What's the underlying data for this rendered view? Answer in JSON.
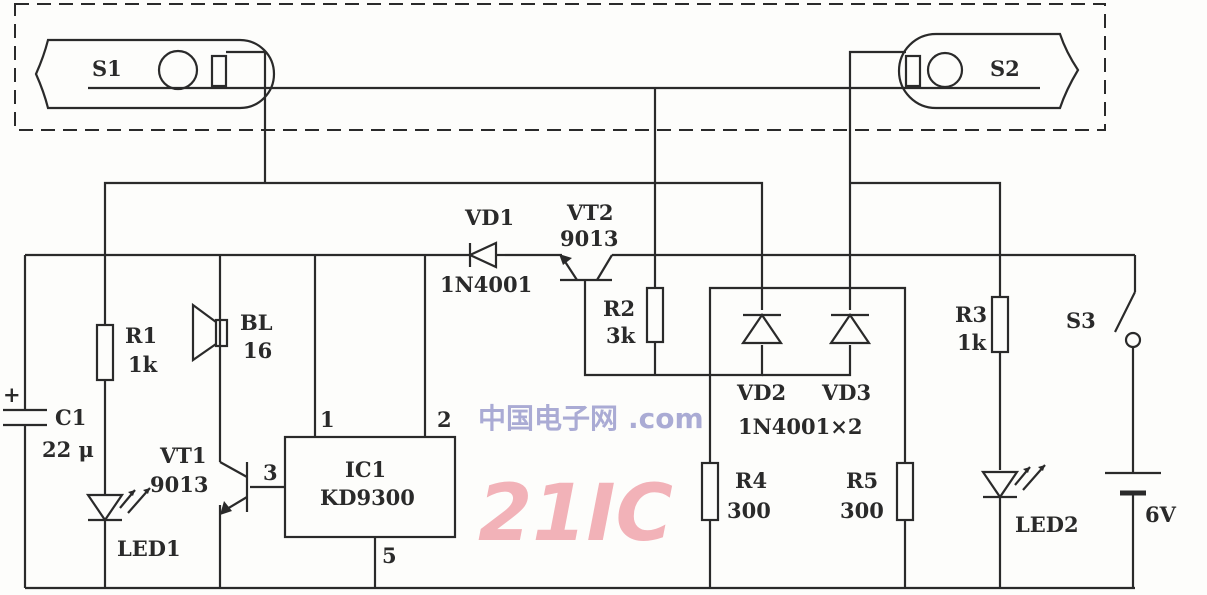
{
  "title": "Reed switch alarm circuit with IC1 KD9300",
  "components": {
    "S1": "S1",
    "S2": "S2",
    "S3": "S3",
    "C1": {
      "name": "C1",
      "value": "22 μ",
      "polarity": "+"
    },
    "R1": {
      "name": "R1",
      "value": "1k"
    },
    "R2": {
      "name": "R2",
      "value": "3k"
    },
    "R3": {
      "name": "R3",
      "value": "1k"
    },
    "R4": {
      "name": "R4",
      "value": "300"
    },
    "R5": {
      "name": "R5",
      "value": "300"
    },
    "BL": {
      "name": "BL",
      "value": "16"
    },
    "VT1": {
      "name": "VT1",
      "value": "9013"
    },
    "VT2": {
      "name": "VT2",
      "value": "9013"
    },
    "VD1": {
      "name": "VD1",
      "value": "1N4001"
    },
    "VD2": "VD2",
    "VD3": "VD3",
    "VD23_value": "1N4001×2",
    "IC1": {
      "name": "IC1",
      "value": "KD9300",
      "pins": [
        "1",
        "2",
        "3",
        "5"
      ]
    },
    "LED1": "LED1",
    "LED2": "LED2",
    "battery": "6V"
  },
  "watermark": {
    "main": "21IC",
    "sub": "中国电子网",
    "domain": ".com"
  }
}
